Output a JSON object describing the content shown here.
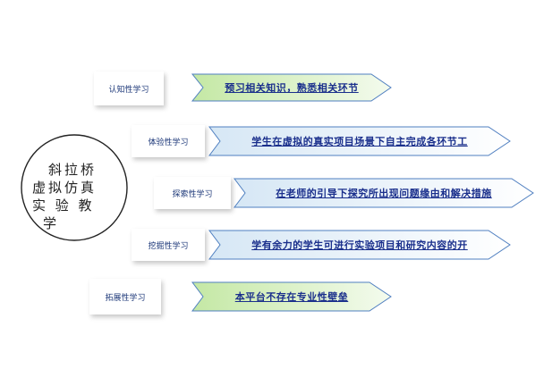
{
  "center": {
    "lines": [
      "斜拉桥",
      "虚拟仿真",
      "实 验 教",
      "学"
    ]
  },
  "rows": [
    {
      "label": "认知性学习",
      "text": "预习相关知识，熟悉相关环节",
      "fill": "green"
    },
    {
      "label": "体验性学习",
      "text": "学生在虚拟的真实项目场景下自主完成各环节工",
      "fill": "blue"
    },
    {
      "label": "探索性学习",
      "text": "在老师的引导下探究所出现问题缘由和解决措施",
      "fill": "blue"
    },
    {
      "label": "挖掘性学习",
      "text": "学有余力的学生可进行实验项目和研究内容的开",
      "fill": "blue"
    },
    {
      "label": "拓展性学习",
      "text": "本平台不存在专业性壁垒",
      "fill": "green"
    }
  ],
  "colors": {
    "green_light": "#e8f7d6",
    "green_dark": "#c4e8a4",
    "blue_light": "#f4f9fd",
    "blue_dark": "#d6e7f5",
    "stroke": "#4f7fc0",
    "text": "#1a2f8c"
  }
}
